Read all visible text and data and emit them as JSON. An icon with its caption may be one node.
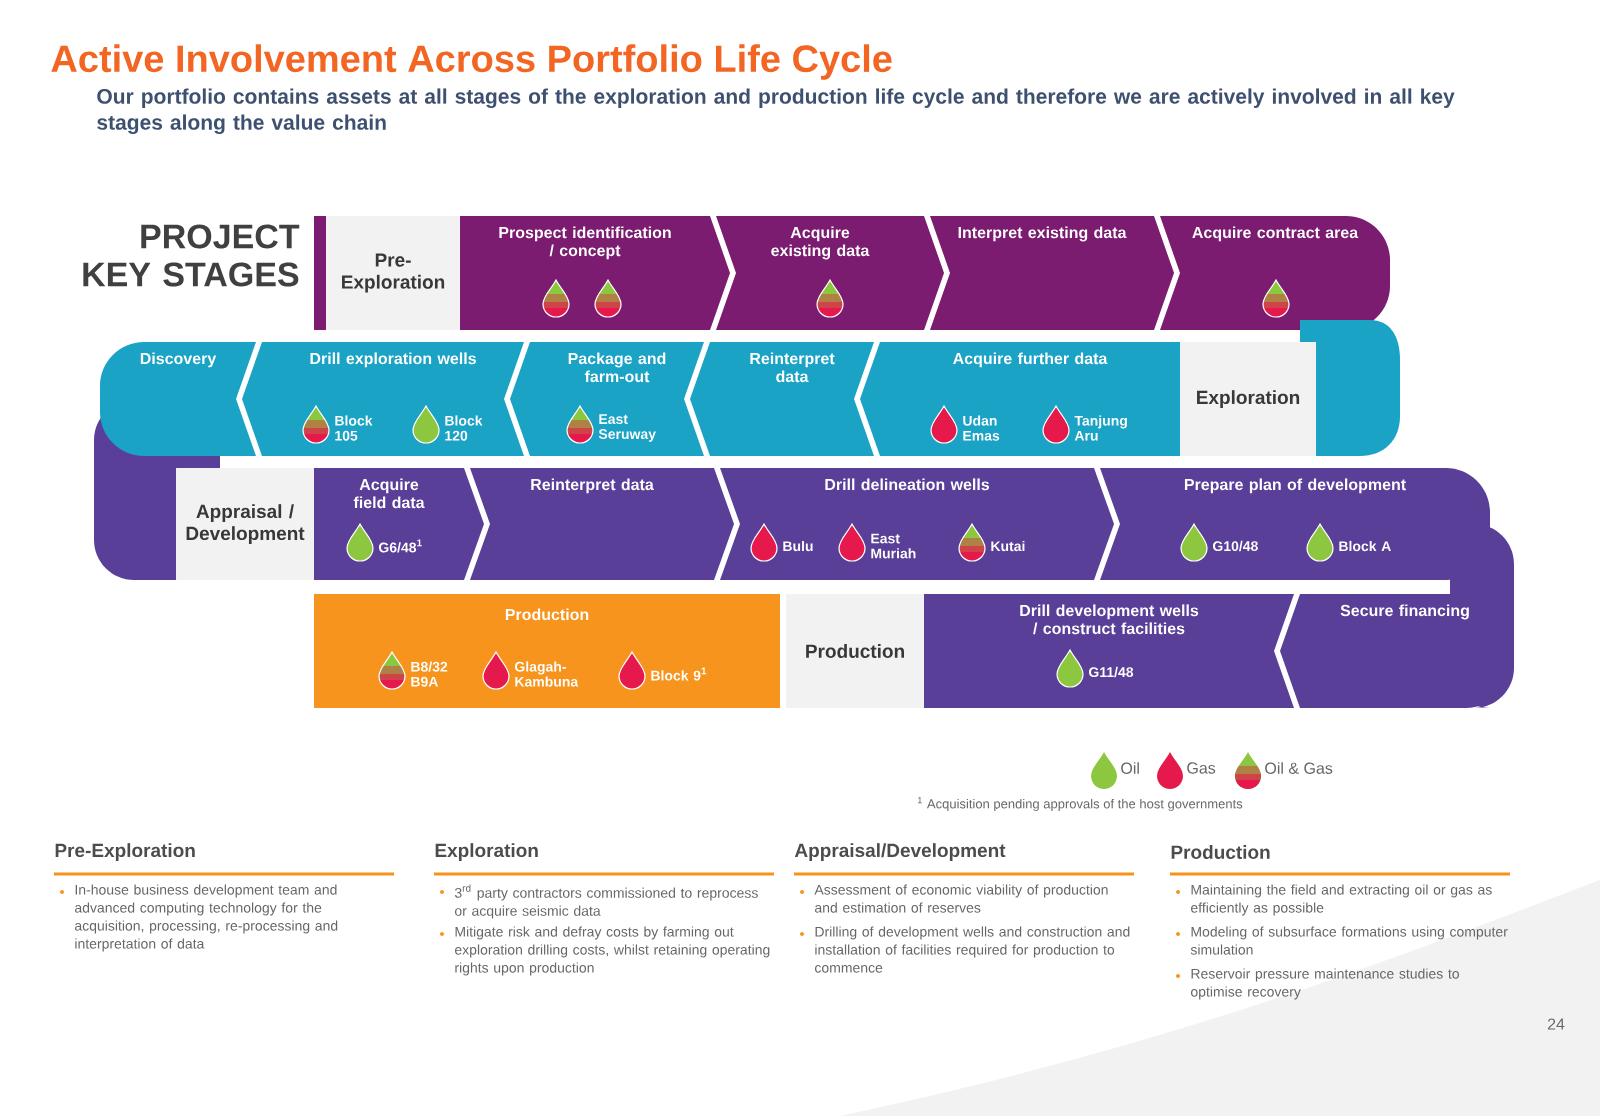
{
  "diagram": {
    "title": "Active Involvement Across Portfolio Life Cycle",
    "nodes": [
      {
        "text": [
          "Pre-Exploration"
        ]
      },
      {
        "text": [
          "Prospect identification / concept"
        ]
      },
      {
        "text": [
          "Acquire existing data"
        ]
      },
      {
        "text": [
          "Interpret existing data"
        ]
      },
      {
        "text": [
          "Acquire contract area"
        ]
      },
      {
        "text": [
          "Discovery"
        ]
      },
      {
        "text": [
          "Drill exploration wells",
          "Block 105",
          "Block 120"
        ]
      },
      {
        "text": [
          "Package and farm-out",
          "East Seruway"
        ]
      },
      {
        "text": [
          "Reinterpret data"
        ]
      },
      {
        "text": [
          "Acquire further data",
          "Udan Emas",
          "Tanjung Aru"
        ]
      },
      {
        "text": [
          "Exploration"
        ]
      },
      {
        "text": [
          "Appraisal / Development"
        ]
      },
      {
        "text": [
          "Acquire field data",
          "G6/48$^{1}$"
        ]
      },
      {
        "text": [
          "Reinterpret data"
        ]
      },
      {
        "text": [
          "Drill delineation wells",
          "Bulu",
          "East Muriah",
          "Kutai"
        ]
      },
      {
        "text": [
          "Prepare plan of development",
          "G10/48",
          "Block A"
        ]
      },
      {
        "text": [
          "Production",
          "B8/32 B9A",
          "Glagah-Kambuna",
          "Block 9$^{1}$"
        ]
      },
      {
        "text": [
          "Production"
        ]
      },
      {
        "text": [
          "Drill development wells / construct facilities",
          "G11/48"
        ]
      },
      {
        "text": [
          "Secure financing"
        ]
      }
    ],
    "labels": [
      "Our portfolio contains assets at all stages of the exploration and production life cycle and therefore we are actively involved in all key stages along the value chain",
      "PROJECT KEY STAGES",
      "$^{1}$ Acquisition pending approvals of the host governments",
      "Pre-Exploration",
      "In-house business development team and advanced computing technology for the acquisition, processing, re-processing and interpretation of data",
      "Exploration",
      "3$^{rd}$ party contractors commissioned to reprocess or acquire seismic data",
      "Mitigate risk and defray costs by farming out exploration drilling costs, whilst retaining operating rights upon production",
      "Appraisal/Development",
      "Assessment of economic viability of production and estimation of reserves",
      "Drilling of development wells and construction and installation of facilities required for production to commence",
      "Production",
      "Maintaining the field and extracting oil or gas as efficiently as possible",
      "Modeling of subsurface formations using computer simulation",
      "Reservoir pressure maintenance studies to optimise recovery",
      "24"
    ],
    "legend": [
      {
        "text": "Oil",
        "color": "#8dc63f"
      },
      {
        "text": "Gas",
        "color": "#e5194c"
      },
      {
        "text": "Oil & Gas"
      }
    ]
  }
}
